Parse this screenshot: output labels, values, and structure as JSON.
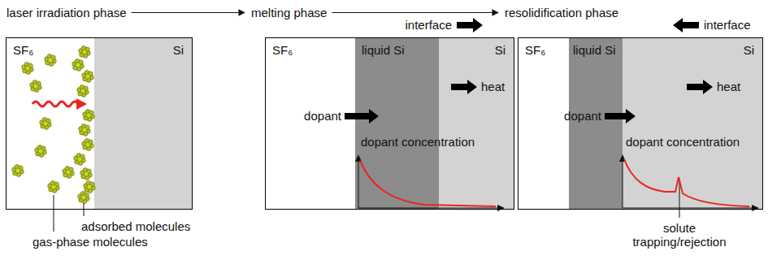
{
  "diagram": {
    "nodes": [
      {
        "text": [
          "laser irradiation phase",
          "SF₆"
        ]
      },
      {
        "text": [
          "Si"
        ],
        "in": 0
      },
      {
        "text": [
          "melting phase",
          "SF₆"
        ]
      },
      {
        "text": [
          "liquid Si"
        ],
        "in": 2
      },
      {
        "text": [
          "Si"
        ],
        "in": 2
      },
      {
        "text": [
          "resolidification phase",
          "SF₆"
        ]
      },
      {
        "text": [
          "liquid Si"
        ],
        "in": 5
      },
      {
        "text": [
          "Si"
        ],
        "in": 5
      }
    ],
    "edges": [
      {
        "from": 0,
        "to": 2,
        "arrow": "to"
      },
      {
        "from": 2,
        "to": 5,
        "arrow": "to"
      }
    ],
    "labels": [
      "adsorbed molecules",
      "gas-phase molecules",
      "interface",
      "heat",
      "dopant",
      "dopant concentration",
      "interface",
      "heat",
      "dopant",
      "dopant concentration",
      "solute trapping/rejection"
    ]
  }
}
